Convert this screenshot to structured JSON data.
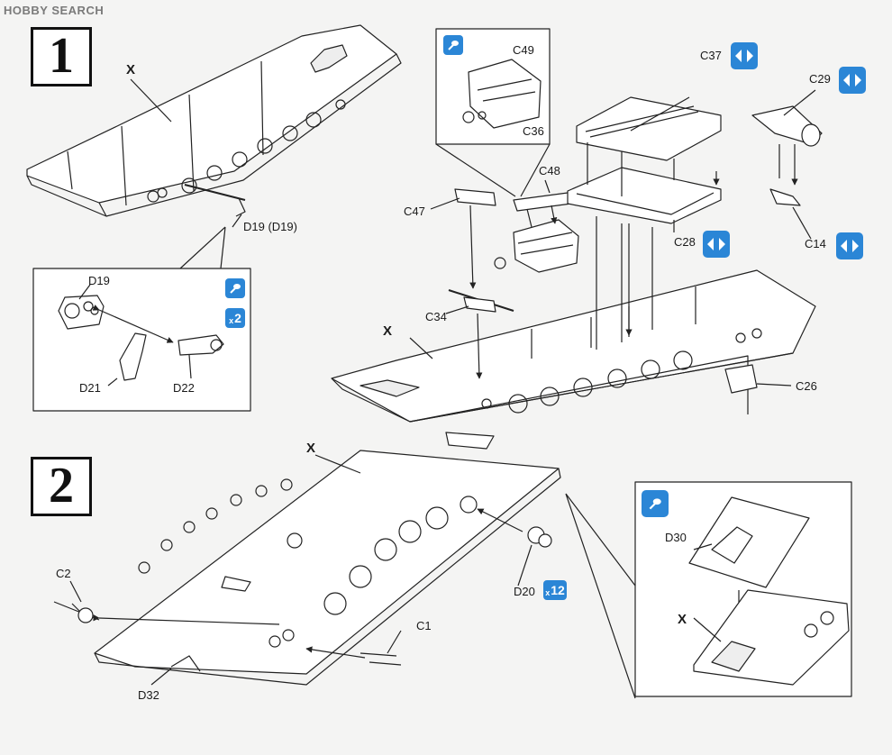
{
  "watermark": "HOBBY SEARCH",
  "steps": {
    "step1": "1",
    "step2": "2"
  },
  "labels": {
    "x1": "X",
    "d19_main": "D19 (D19)",
    "d19_inset": "D19",
    "d21": "D21",
    "d22": "D22",
    "c49": "C49",
    "c36": "C36",
    "c37": "C37",
    "c29": "C29",
    "c48": "C48",
    "c47": "C47",
    "c28": "C28",
    "c14": "C14",
    "c34": "C34",
    "x2": "X",
    "c26": "C26",
    "x3": "X",
    "c2": "C2",
    "c1": "C1",
    "d20": "D20",
    "d32": "D32",
    "d30": "D30",
    "x4": "X"
  },
  "badges": {
    "x2_mult": "2",
    "x12_mult": "12",
    "x_prefix": "x"
  },
  "colors": {
    "badge_blue": "#2b86d6",
    "line": "#222222"
  }
}
